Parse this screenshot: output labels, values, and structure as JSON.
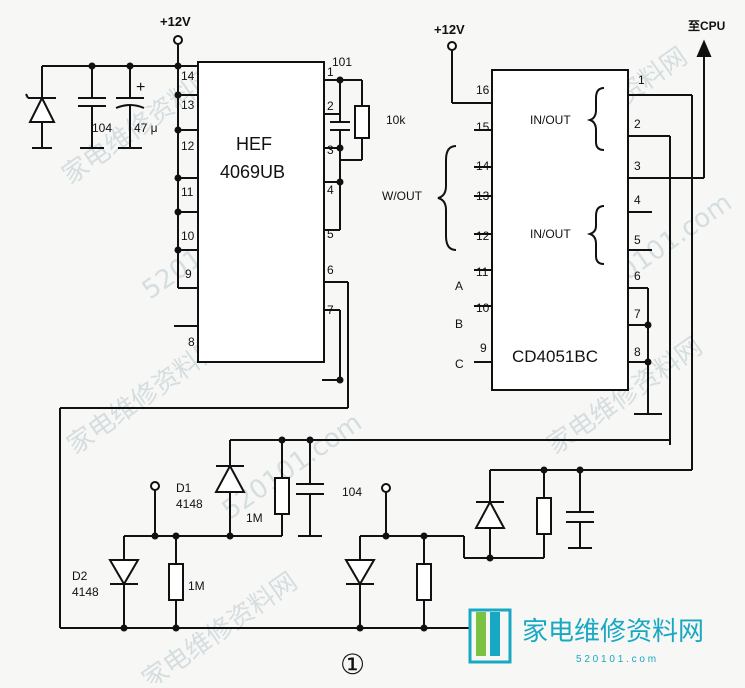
{
  "supply": {
    "left": "+12V",
    "right": "+12V",
    "to_cpu": "至CPU"
  },
  "ic1": {
    "name_line1": "HEF",
    "name_line2": "4069UB",
    "pins": [
      "1",
      "2",
      "3",
      "4",
      "5",
      "6",
      "7",
      "8",
      "9",
      "10",
      "11",
      "12",
      "13",
      "14"
    ]
  },
  "ic2": {
    "name": "CD4051BC",
    "left_pins": [
      "16",
      "15",
      "14",
      "13",
      "12",
      "11",
      "10",
      "9"
    ],
    "right_pins": [
      "1",
      "2",
      "3",
      "4",
      "5",
      "6",
      "7",
      "8"
    ],
    "group_wout": "W/OUT",
    "group_inout_top": "IN/OUT",
    "group_inout_bottom": "IN/OUT",
    "addr": [
      "A",
      "B",
      "C"
    ]
  },
  "labels": {
    "c1": "104",
    "c2": "47 μ",
    "node_101": "101",
    "r_10k": "10k",
    "d1": "D1",
    "d1_part": "4148",
    "d2": "D2",
    "d2_part": "4148",
    "r_1m_a": "1M",
    "r_1m_b": "1M",
    "c3": "104",
    "figure_number": "①",
    "plus": "+"
  },
  "watermark": {
    "site_cn": "家电维修资料网",
    "domain": "520101.com",
    "logo_domain": "5 2 0 1 0 1 . c o m"
  },
  "colors": {
    "ink": "#111111",
    "logo": "#19a8c3",
    "watermark": "#b9c9cf"
  }
}
